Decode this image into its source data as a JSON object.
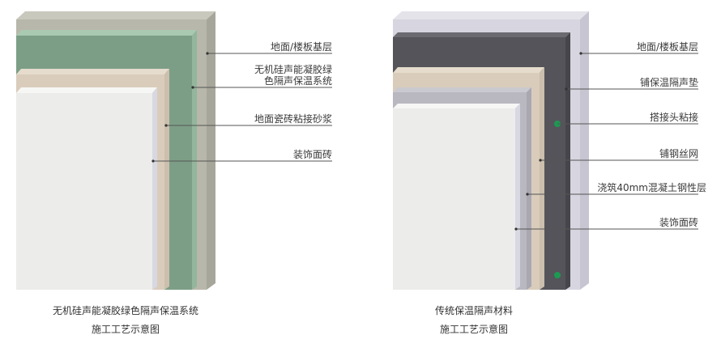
{
  "left": {
    "labels": {
      "floor_base": "地面/楼板基层",
      "green_system_line1": "无机硅声能凝胶绿",
      "green_system_line2": "色隔声保温系统",
      "tile_mortar": "地面瓷砖粘接砂浆",
      "decor_tile": "装饰面砖"
    },
    "caption_line1": "无机硅声能凝胶绿色隔声保温系统",
    "caption_line2": "施工工艺示意图"
  },
  "right": {
    "labels": {
      "floor_base": "地面/楼板基层",
      "pad": "铺保温隔声垫",
      "joint": "搭接头粘接",
      "mesh": "铺钢丝网",
      "concrete": "浇筑40mm混凝土钢性层",
      "decor_tile": "装饰面砖"
    },
    "caption_line1": "传统保温隔声材料",
    "caption_line2": "施工工艺示意图"
  },
  "colors": {
    "base_gray": "#b8b7ab",
    "green_layer": "#7d9e86",
    "beige_layer": "#d9ccbb",
    "tile": "#ececeb",
    "dark_pad": "#55545a",
    "lavender_base": "#d7d5df",
    "concrete_gray": "#b9b8c0",
    "dot_green": "#1c9a52"
  }
}
